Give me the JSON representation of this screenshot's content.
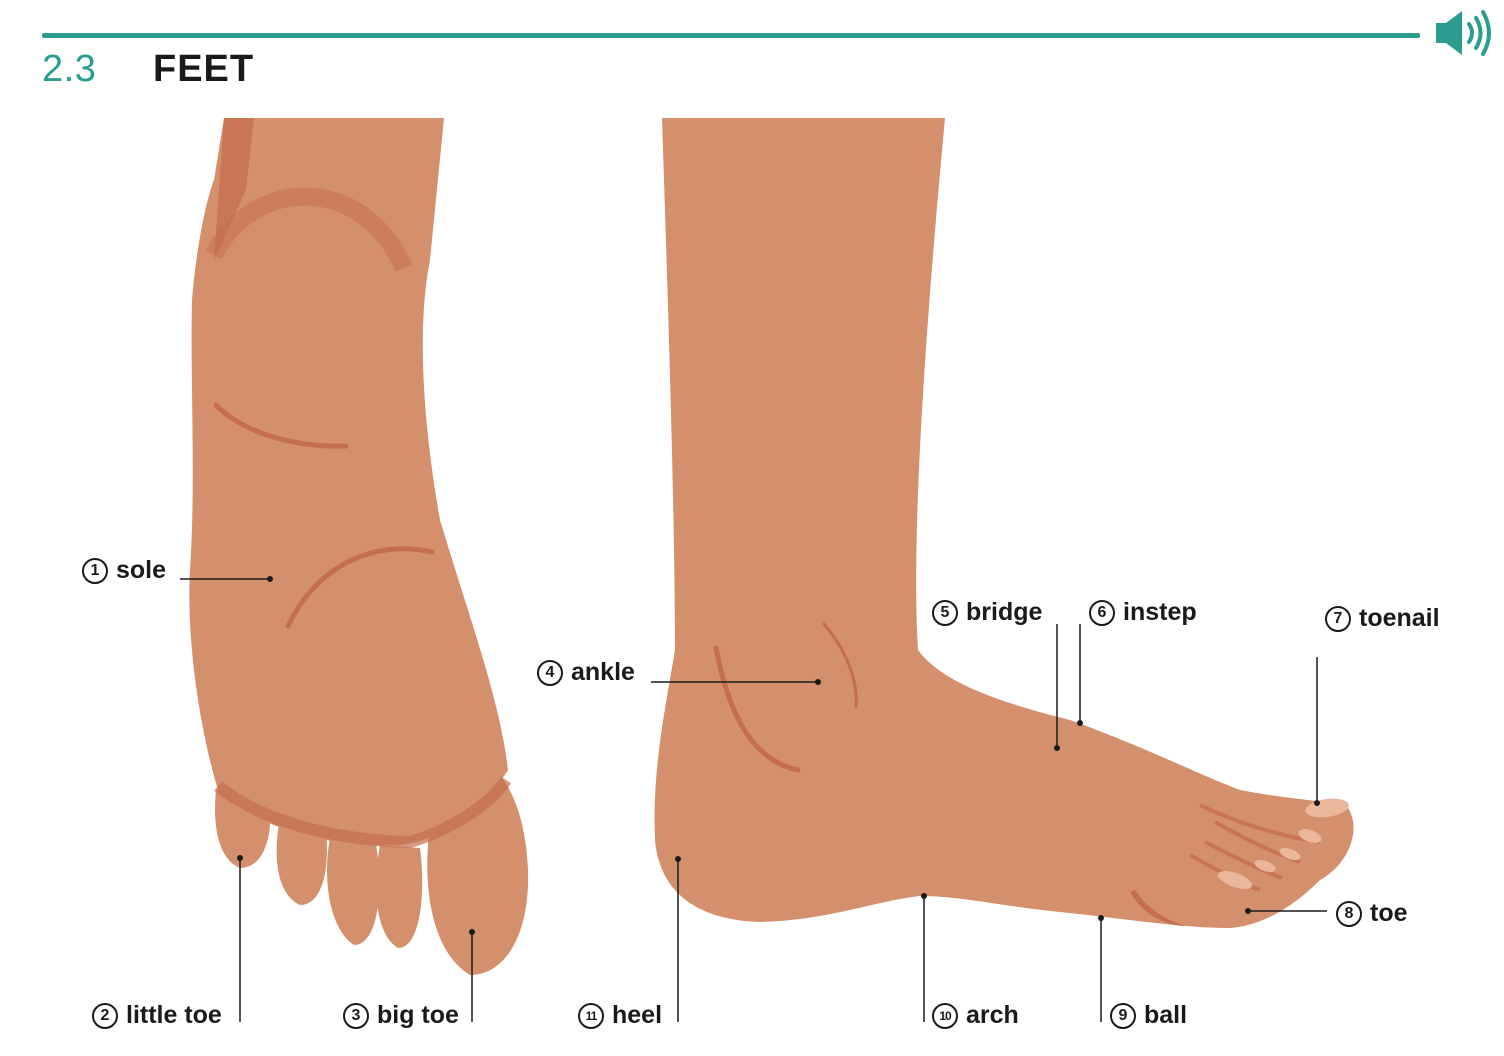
{
  "section": {
    "number": "2.3",
    "title": "FEET"
  },
  "colors": {
    "accent": "#2a9d8f",
    "skin": "#d4906c",
    "skin_dark": "#c46e4e",
    "toenail": "#eab79a"
  },
  "audio_icon": "speaker-icon",
  "labels": [
    {
      "number": "1",
      "text": "sole"
    },
    {
      "number": "2",
      "text": "little toe"
    },
    {
      "number": "3",
      "text": "big toe"
    },
    {
      "number": "4",
      "text": "ankle"
    },
    {
      "number": "5",
      "text": "bridge"
    },
    {
      "number": "6",
      "text": "instep"
    },
    {
      "number": "7",
      "text": "toenail"
    },
    {
      "number": "8",
      "text": "toe"
    },
    {
      "number": "9",
      "text": "ball"
    },
    {
      "number": "10",
      "text": "arch"
    },
    {
      "number": "11",
      "text": "heel"
    }
  ]
}
